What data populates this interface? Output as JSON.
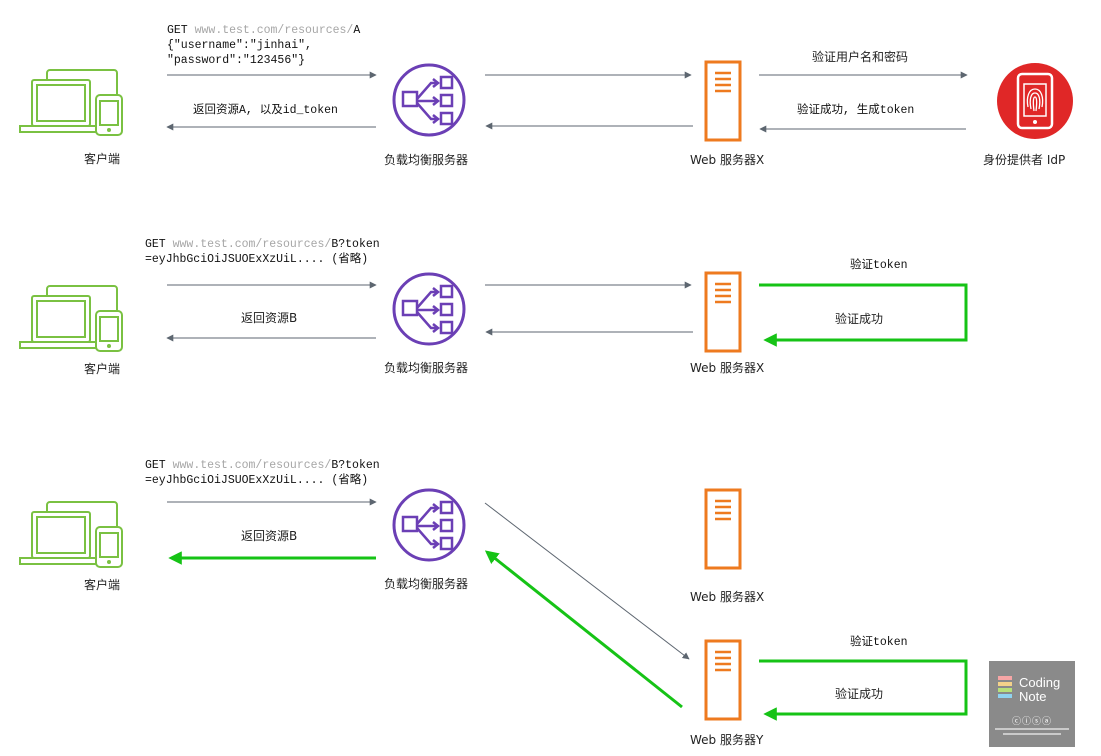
{
  "colors": {
    "device": "#7ac142",
    "load_balancer": "#6b3fb5",
    "server": "#ee7a1f",
    "idp": "#e02727",
    "arrow": "#5d6670",
    "verify_arrow": "#16c316"
  },
  "icons": {
    "client": "laptop-tablet-phone-icon",
    "load_balancer": "load-balancer-icon",
    "server": "server-icon",
    "idp": "fingerprint-phone-icon"
  },
  "labels": {
    "client": "客户端",
    "load_balancer": "负载均衡服务器",
    "server_x": "Web 服务器X",
    "server_y": "Web 服务器Y",
    "idp": "身份提供者 IdP"
  },
  "row1": {
    "request": {
      "method": "GET ",
      "url": "www.test.com/resources/",
      "resource": "A",
      "body_line1": "{\"username\":\"jinhai\",",
      "body_line2": "\"password\":\"123456\"}"
    },
    "response": "返回资源A, 以及id_token",
    "to_idp": "验证用户名和密码",
    "from_idp": "验证成功, 生成token"
  },
  "row2": {
    "request": {
      "method": "GET ",
      "url": "www.test.com/resources/",
      "resource": "B?token",
      "token_line": "=eyJhbGciOiJSUOExXzUiL.... (省略)"
    },
    "response": "返回资源B",
    "verify": "验证token",
    "verified": "验证成功"
  },
  "row3": {
    "request": {
      "method": "GET ",
      "url": "www.test.com/resources/",
      "resource": "B?token",
      "token_line": "=eyJhbGciOiJSUOExXzUiL.... (省略)"
    },
    "response": "返回资源B",
    "verify": "验证token",
    "verified": "验证成功"
  },
  "logo": {
    "line1": "Coding",
    "line2": "Note",
    "license": "ⓒⓘⓢⓐ"
  }
}
